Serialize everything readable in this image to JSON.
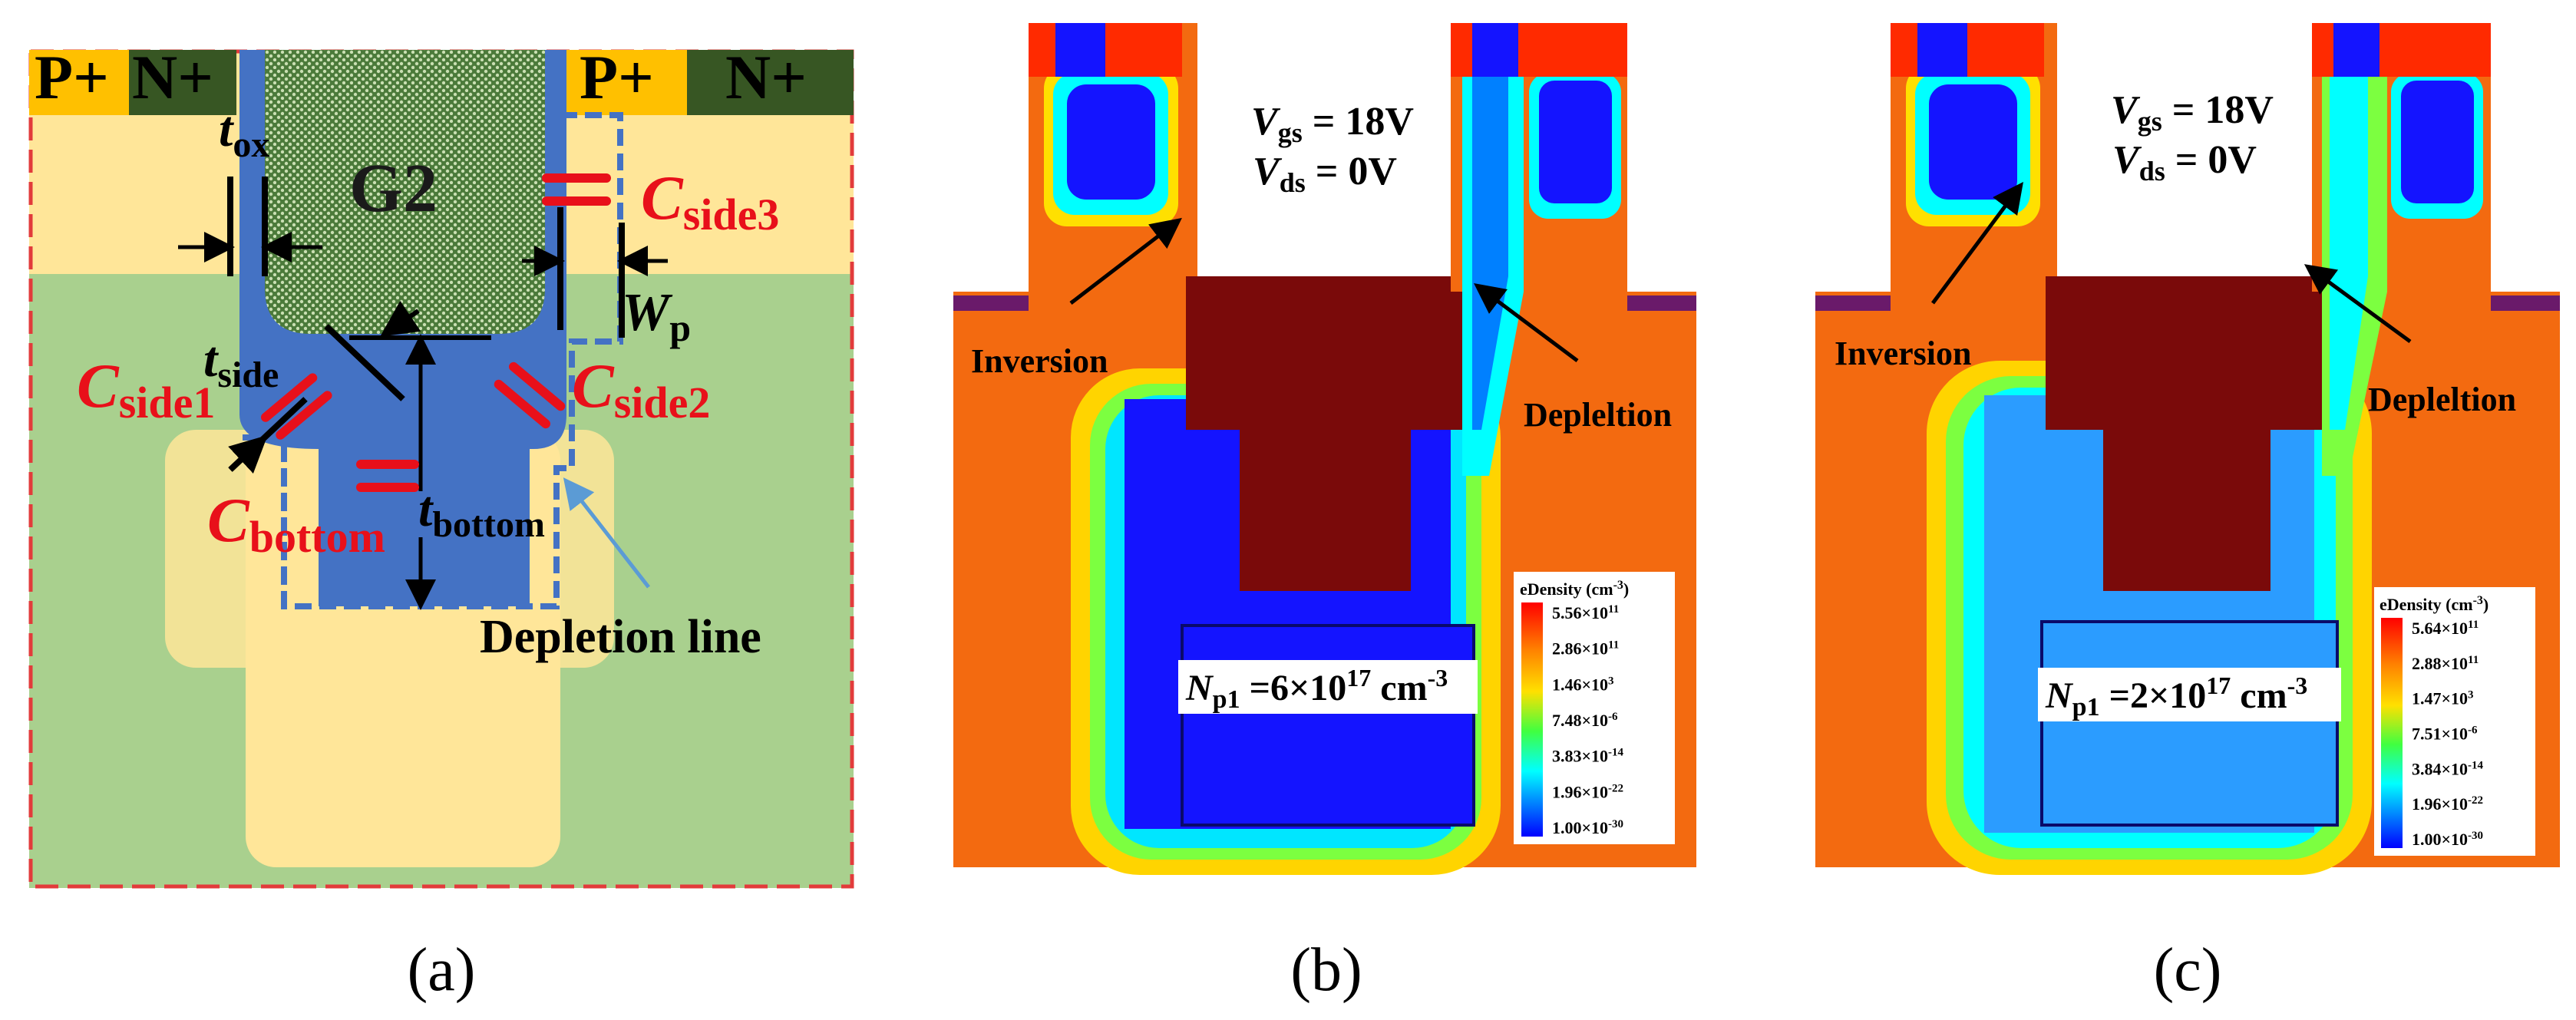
{
  "panel_a": {
    "top_left_p": "P+",
    "top_left_n": "N+",
    "top_right_p": "P+",
    "top_right_n": "N+",
    "gate": "G2",
    "t_ox": {
      "main": "t",
      "sub": "ox"
    },
    "t_side": {
      "main": "t",
      "sub": "side"
    },
    "t_bottom": {
      "main": "t",
      "sub": "bottom"
    },
    "w_p": {
      "main": "W",
      "sub": "p"
    },
    "c_side1": {
      "main": "C",
      "sub": "side1"
    },
    "c_side2": {
      "main": "C",
      "sub": "side2"
    },
    "c_side3": {
      "main": "C",
      "sub": "side3"
    },
    "c_bottom": {
      "main": "C",
      "sub": "bottom"
    },
    "depletion_line": "Depletion line",
    "caption": "(a)"
  },
  "panel_b": {
    "vgs": {
      "main": "V",
      "sub": "gs",
      "value": " = 18V"
    },
    "vds": {
      "main": "V",
      "sub": "ds",
      "value": " = 0V"
    },
    "inversion": "Inversion",
    "depletion": "Depleltion",
    "np": {
      "main": "N",
      "sub": "p1",
      "value": " =6×10",
      "exp": "17",
      "unit": " cm",
      "unit_exp": "-3"
    },
    "legend_title": "eDensity (cm",
    "legend_title_exp": "-3",
    "legend_values": [
      "5.56×10",
      "2.86×10",
      "1.46×10",
      "7.48×10",
      "3.83×10",
      "1.96×10",
      "1.00×10"
    ],
    "legend_exps": [
      "11",
      "11",
      "3",
      "-6",
      "-14",
      "-22",
      "-30"
    ],
    "caption": "(b)"
  },
  "panel_c": {
    "vgs": {
      "main": "V",
      "sub": "gs",
      "value": " = 18V"
    },
    "vds": {
      "main": "V",
      "sub": "ds",
      "value": " = 0V"
    },
    "inversion": "Inversion",
    "depletion": "Depleltion",
    "np": {
      "main": "N",
      "sub": "p1",
      "value": " =2×10",
      "exp": "17",
      "unit": " cm",
      "unit_exp": "-3"
    },
    "legend_title": "eDensity (cm",
    "legend_title_exp": "-3",
    "legend_values": [
      "5.64×10",
      "2.88×10",
      "1.47×10",
      "7.51×10",
      "3.84×10",
      "1.96×10",
      "1.00×10"
    ],
    "legend_exps": [
      "11",
      "11",
      "3",
      "-6",
      "-14",
      "-22",
      "-30"
    ],
    "caption": "(c)"
  },
  "colors": {
    "dark_red": "#7a0a0a",
    "orange": "#f36a10",
    "blue": "#1414ff",
    "light_blue": "#2b9cff",
    "label_red": "#e8101a",
    "oxide_blue": "#4472c4",
    "pplus": "#ffc000",
    "nplus": "#375623",
    "green": "#a9d08e",
    "yellow": "#ffe699"
  }
}
